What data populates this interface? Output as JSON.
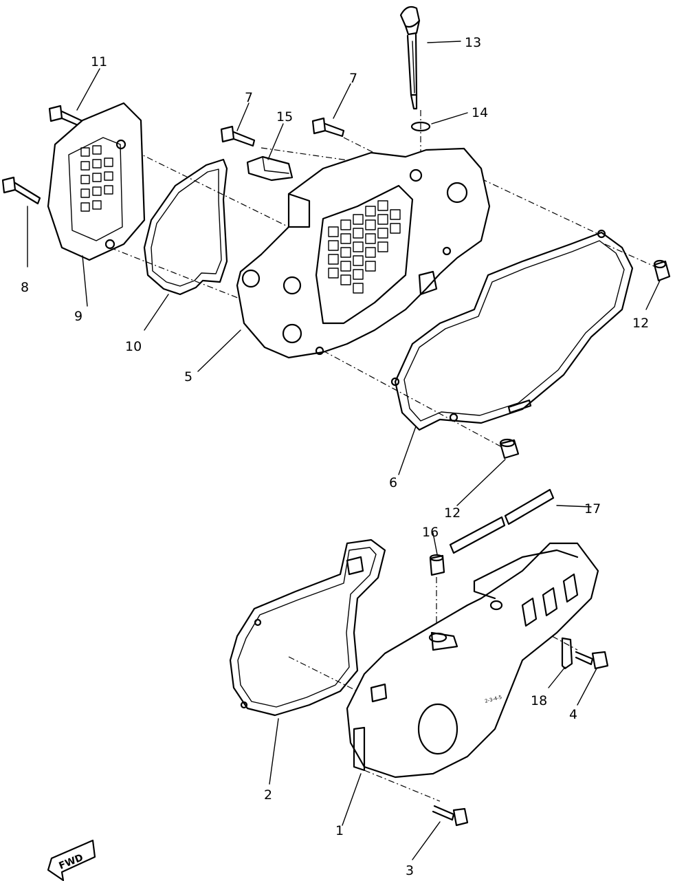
{
  "callouts": [
    {
      "id": "1",
      "text": "1"
    },
    {
      "id": "2",
      "text": "2"
    },
    {
      "id": "3",
      "text": "3"
    },
    {
      "id": "4",
      "text": "4"
    },
    {
      "id": "5",
      "text": "5"
    },
    {
      "id": "6",
      "text": "6"
    },
    {
      "id": "7a",
      "text": "7"
    },
    {
      "id": "7b",
      "text": "7"
    },
    {
      "id": "8",
      "text": "8"
    },
    {
      "id": "9",
      "text": "9"
    },
    {
      "id": "10",
      "text": "10"
    },
    {
      "id": "11",
      "text": "11"
    },
    {
      "id": "12a",
      "text": "12"
    },
    {
      "id": "12b",
      "text": "12"
    },
    {
      "id": "13",
      "text": "13"
    },
    {
      "id": "14",
      "text": "14"
    },
    {
      "id": "15",
      "text": "15"
    },
    {
      "id": "16",
      "text": "16"
    },
    {
      "id": "17",
      "text": "17"
    },
    {
      "id": "18",
      "text": "18"
    }
  ],
  "fwd_label": "FWD",
  "cover_marking": "2-3-4-5"
}
